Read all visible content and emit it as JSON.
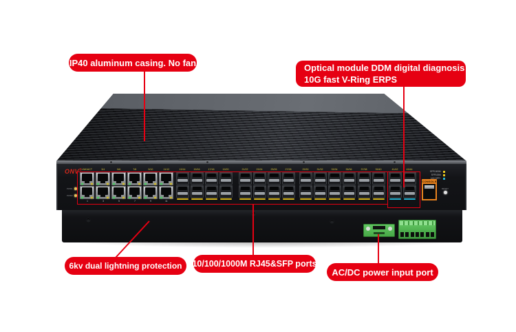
{
  "colors": {
    "accent_red": "#e60012",
    "underline_yellow": "#d8b81e",
    "underline_cyan": "#27b4d4",
    "console_orange": "#e8821e",
    "connector_green": "#4fb84f"
  },
  "callouts": {
    "casing": "IP40 aluminum casing. No fan",
    "optical_line1": "Optical module DDM digital diagnosis",
    "optical_line2": "10G fast V-Ring ERPS",
    "lightning": "6kv dual lightning protection",
    "ports": "10/100/1000M RJ45&SFP ports",
    "power": "AC/DC power input port"
  },
  "device": {
    "brand": "ONV",
    "brand_mark": "®",
    "console_label": "CONSOLE",
    "reset_label": "RESET",
    "status_leds": [
      "PWR1",
      "PWR2"
    ],
    "led_legend": [
      {
        "label": "SFP1000M",
        "color": "#e8c61e"
      },
      {
        "label": "SFP100M",
        "color": "#e8c61e"
      },
      {
        "label": "10G SFP+",
        "color": "#27b4d4"
      }
    ],
    "ports": {
      "rj45": {
        "cols": 6,
        "labels_top": [
          "LNK/ACT",
          "3/4",
          "5/6",
          "7/8",
          "9/10",
          "11/12"
        ],
        "labels_bottom": [
          "1",
          "3",
          "5",
          "7",
          "9",
          "11"
        ]
      },
      "sfp_groups": [
        {
          "cols": 4,
          "underline": "yellow",
          "labels": [
            "13/14",
            "15/16",
            "17/18",
            "19/20"
          ]
        },
        {
          "cols": 4,
          "underline": "yellow",
          "labels": [
            "21/22",
            "23/24",
            "25/26",
            "27/28"
          ]
        },
        {
          "cols": 4,
          "underline": "yellow",
          "labels": [
            "29/30",
            "31/32",
            "33/34",
            "35/36"
          ]
        },
        {
          "cols": 2,
          "underline": "yellow",
          "labels": [
            "37/38",
            "39/40"
          ]
        },
        {
          "cols": 2,
          "underline": "cyan",
          "labels": [
            "41/42",
            "43/44"
          ]
        }
      ]
    }
  }
}
